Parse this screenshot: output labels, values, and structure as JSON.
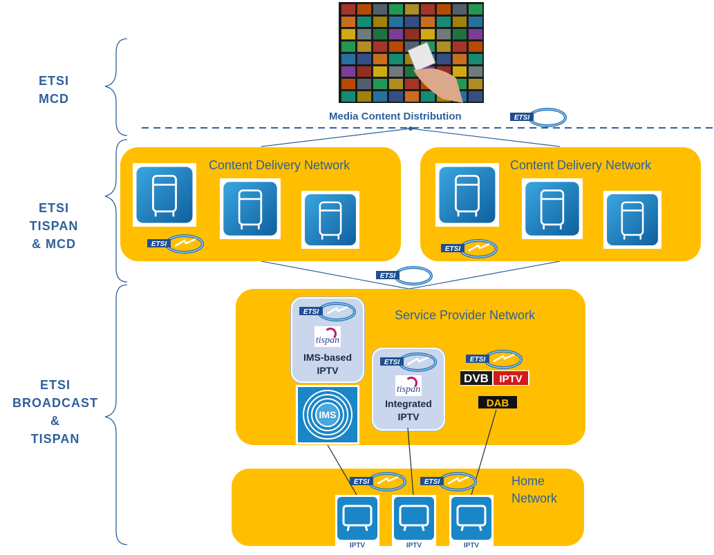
{
  "side_labels": {
    "mcd": [
      "ETSI",
      "MCD"
    ],
    "tispan_mcd": [
      "ETSI",
      "TISPAN",
      "& MCD"
    ],
    "broadcast": [
      "ETSI",
      "BROADCAST",
      "&",
      "TISPAN"
    ]
  },
  "media_content_distribution": "Media Content Distribution",
  "cdn_left": {
    "title": "Content Delivery Network"
  },
  "cdn_right": {
    "title": "Content Delivery Network"
  },
  "service_provider": {
    "title": "Service Provider Network",
    "ims_iptv": {
      "line1": "IMS-based",
      "line2": "IPTV",
      "logo_word": "tispan"
    },
    "integrated_iptv": {
      "line1": "Integrated",
      "line2": "IPTV",
      "logo_word": "tispan"
    },
    "ims_logo_text": "IMS",
    "dvb_text": "DVB",
    "dvb_iptv_text": "IPTV",
    "dab_text": "DAB"
  },
  "home_network": {
    "title_line1": "Home",
    "title_line2": "Network",
    "devices": [
      "IPTV",
      "IPTV",
      "IPTV"
    ]
  },
  "etsi_logo_text": "ETSI",
  "colors": {
    "network_fill": "#ffbf00",
    "label_blue": "#2f5f9a",
    "subbox_fill": "#c9d6ec",
    "icon_blue": "#1a86c8"
  }
}
